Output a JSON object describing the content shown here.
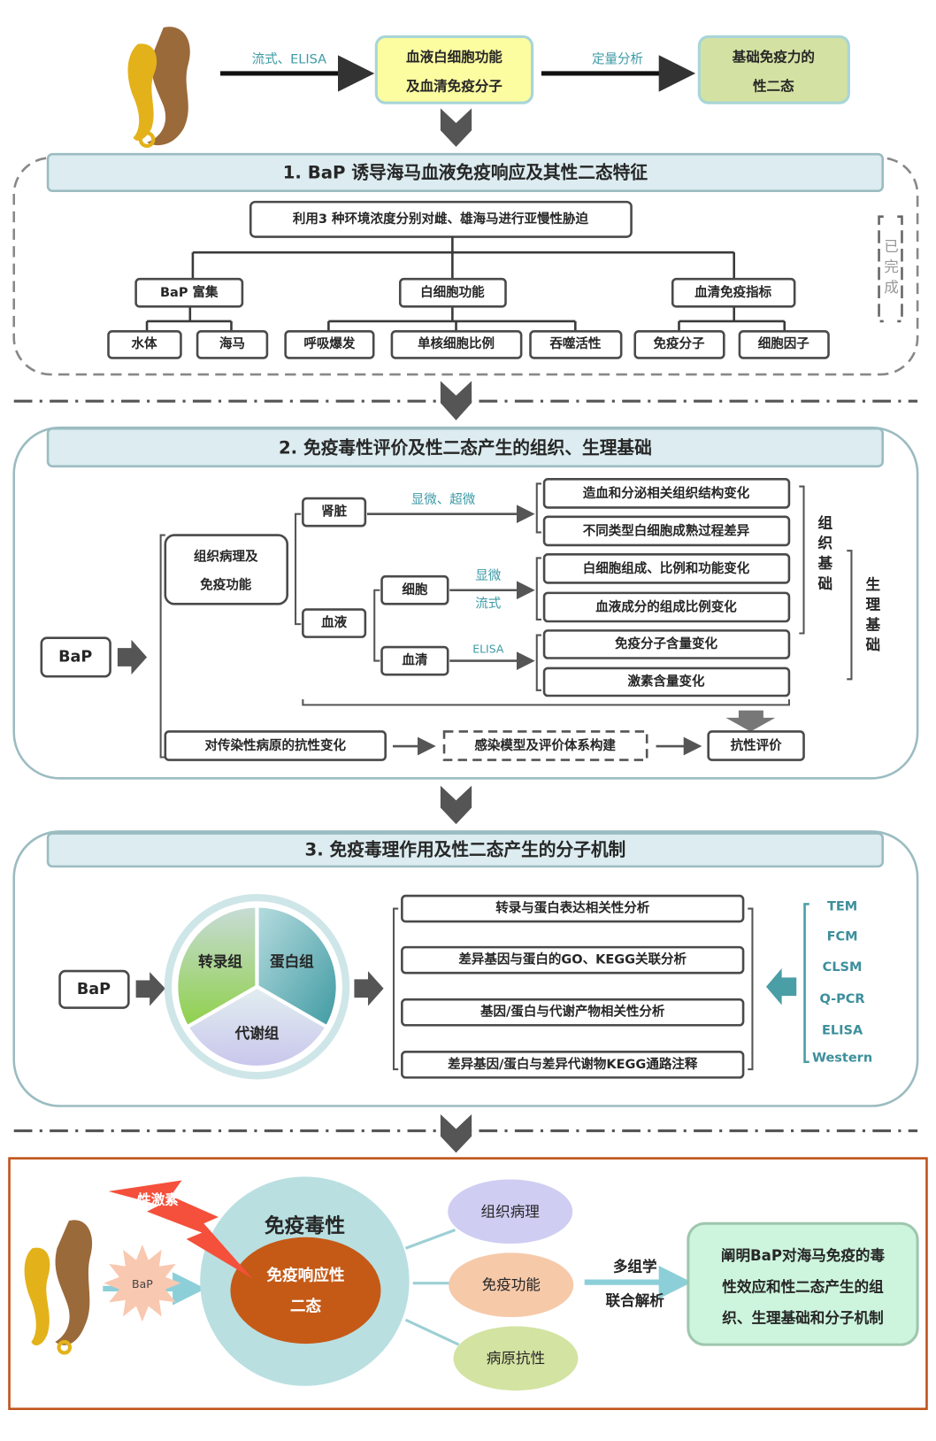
{
  "colors": {
    "header_fill": "#dcecf0",
    "teal_accent": "#3d9aa6",
    "yellow_box": "#fcfca0",
    "green_box": "#d3e2a2",
    "orange_frame": "#c0531a",
    "response_core": "#c55a17",
    "toxicity_ring": "#b9dfe1",
    "conclusion_box": "#cdf5dd"
  },
  "top": {
    "flow_label": "流式、ELISA",
    "box1": [
      "血液白细胞功能",
      "及血清免疫分子"
    ],
    "quant_label": "定量分析",
    "box2": [
      "基础免疫力的",
      "性二态"
    ]
  },
  "s1": {
    "title": "1. BaP 诱导海马血液免疫响应及其性二态特征",
    "root": "利用3 种环境浓度分别对雌、雄海马进行亚慢性胁迫",
    "groups": [
      {
        "label": "BaP 富集",
        "children": [
          "水体",
          "海马"
        ]
      },
      {
        "label": "白细胞功能",
        "children": [
          "呼吸爆发",
          "单核细胞比例",
          "吞噬活性"
        ]
      },
      {
        "label": "血清免疫指标",
        "children": [
          "免疫分子",
          "细胞因子"
        ]
      }
    ],
    "done": "已完成"
  },
  "s2": {
    "title": "2. 免疫毒性评价及性二态产生的组织、生理基础",
    "bap": "BaP",
    "tissue": [
      "组织病理及",
      "免疫功能"
    ],
    "kidney": "肾脏",
    "blood": "血液",
    "cell": "细胞",
    "serum": "血清",
    "kidney_method": "显微、超微",
    "cell_methods": [
      "显微",
      "流式"
    ],
    "serum_method": "ELISA",
    "results": [
      "造血和分泌相关组织结构变化",
      "不同类型白细胞成熟过程差异",
      "白细胞组成、比例和功能变化",
      "血液成分的组成比例变化",
      "免疫分子含量变化",
      "激素含量变化"
    ],
    "tissue_basis": "组织基础",
    "physio_basis": "生理基础",
    "resistance": "对传染性病原的抗性变化",
    "model": "感染模型及评价体系构建",
    "evaluation": "抗性评价"
  },
  "s3": {
    "title": "3. 免疫毒理作用及性二态产生的分子机制",
    "bap": "BaP",
    "omics": [
      "转录组",
      "蛋白组",
      "代谢组"
    ],
    "analyses": [
      "转录与蛋白表达相关性分析",
      "差异基因与蛋白的GO、KEGG关联分析",
      "基因/蛋白与代谢产物相关性分析",
      "差异基因/蛋白与差异代谢物KEGG通路注释"
    ],
    "techniques": [
      "TEM",
      "FCM",
      "CLSM",
      "Q-PCR",
      "ELISA",
      "Western"
    ]
  },
  "s4": {
    "sex_hormone": "性激素",
    "bap": "BaP",
    "toxicity": "免疫毒性",
    "response": [
      "免疫响应性",
      "二态"
    ],
    "outcomes": [
      "组织病理",
      "免疫功能",
      "病原抗性"
    ],
    "multi": [
      "多组学",
      "联合解析"
    ],
    "conclusion": [
      "阐明BaP对海马免疫的毒",
      "性效应和性二态产生的组",
      "织、生理基础和分子机制"
    ]
  }
}
